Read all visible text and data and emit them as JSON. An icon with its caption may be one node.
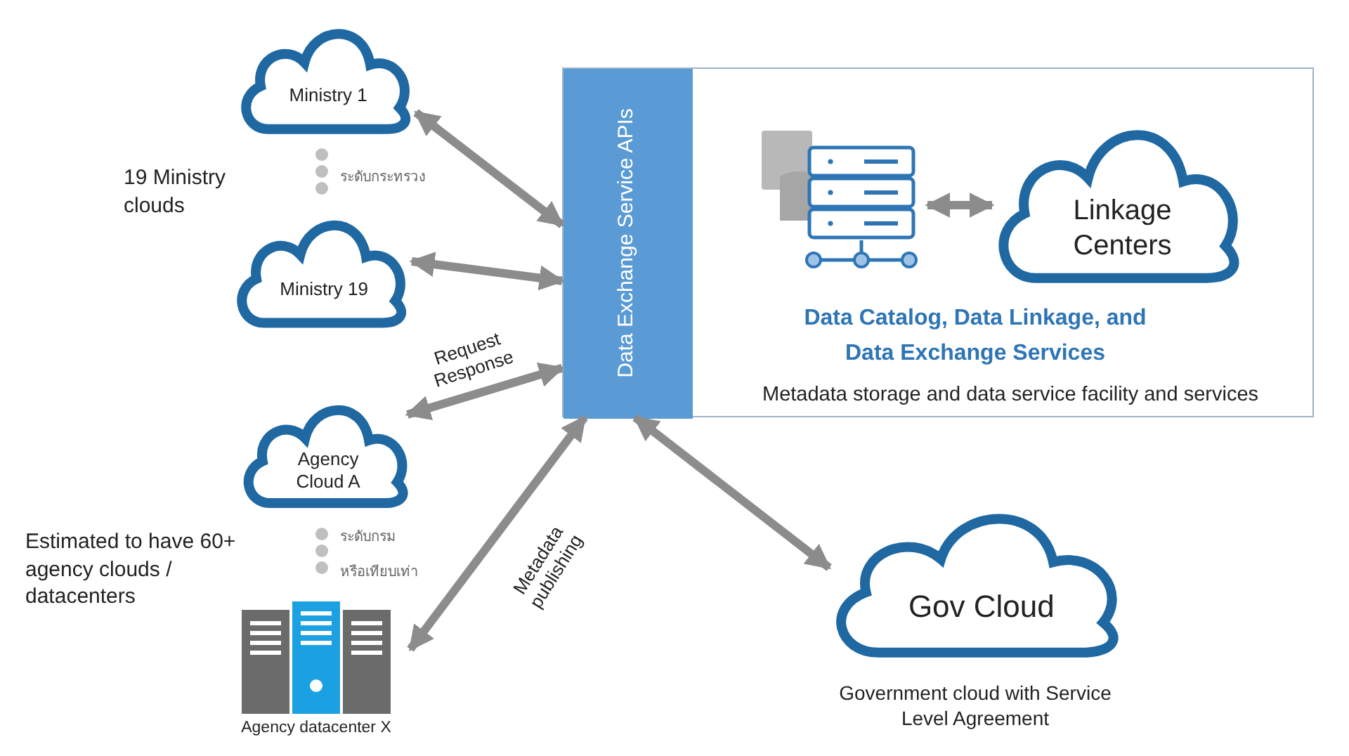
{
  "diagram": {
    "nodes": [
      {
        "text": [
          "Data Catalog, Data Linkage, and Data Exchange Services",
          "Metadata storage and data service facility and services"
        ]
      },
      {
        "text": [
          "Data Exchange Service APIs"
        ],
        "in": 0
      },
      {
        "text": [],
        "shape": "picture",
        "in": 0
      },
      {
        "text": [
          "Linkage Centers"
        ],
        "in": 0
      },
      {
        "text": [
          "Ministry 1"
        ]
      },
      {
        "text": [
          "Ministry 19"
        ]
      },
      {
        "text": [
          "Agency Cloud A"
        ]
      },
      {
        "text": [
          "Agency datacenter X"
        ]
      },
      {
        "text": [
          "Gov Cloud"
        ],
        "beside": [
          "Government cloud with Service Level Agreement"
        ]
      }
    ],
    "edges": [
      {
        "from": 2,
        "to": 3,
        "arrow": "both"
      },
      {
        "from": 4,
        "to": 1,
        "arrow": "both"
      },
      {
        "from": 5,
        "to": 1,
        "arrow": "both"
      },
      {
        "from": 1,
        "to": 6,
        "arrow": "both",
        "label": "Request Response"
      },
      {
        "from": 7,
        "to": 1,
        "arrow": "both",
        "label": "Metadata publishing"
      },
      {
        "from": 1,
        "to": 8,
        "arrow": "both"
      }
    ],
    "labels": [
      "19 Ministry clouds",
      "ระดับกระทรวง",
      "Estimated to have 60+ agency clouds / datacenters",
      "ระดับกรม",
      "หรือเทียบเท่า"
    ]
  }
}
